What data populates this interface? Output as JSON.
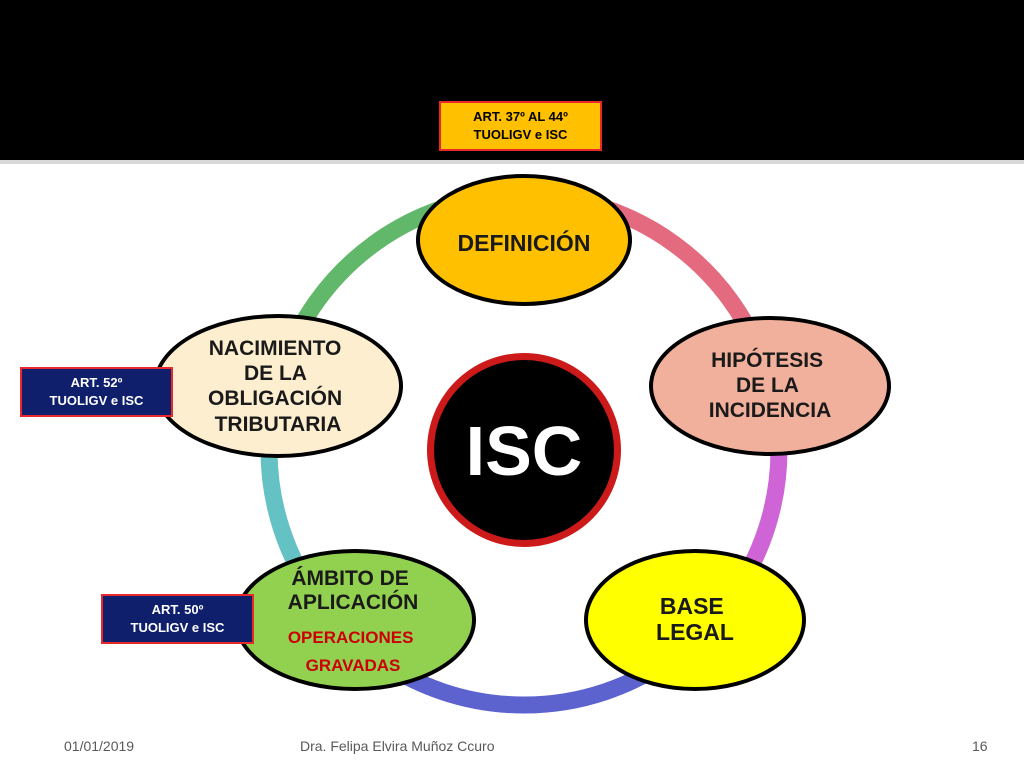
{
  "colors": {
    "ring": [
      "#e46b7f",
      "#cf64d6",
      "#5c63cf",
      "#64c1c4",
      "#62b86a"
    ],
    "center_fill": "#000000",
    "center_border": "#cc1a1a",
    "nodes": {
      "definicion": "#ffc000",
      "hipotesis": "#f1b09b",
      "base": "#ffff00",
      "ambito": "#92d050",
      "nacimiento": "#fdeed0"
    },
    "red_text": "#cc0000"
  },
  "center": {
    "label": "ISC"
  },
  "nodes": {
    "definicion": {
      "lines": [
        "DEFINICIÓN"
      ]
    },
    "hipotesis": {
      "lines": [
        "HIPÓTESIS",
        "DE LA",
        "INCIDENCIA"
      ]
    },
    "base": {
      "lines": [
        "BASE",
        "LEGAL"
      ]
    },
    "ambito": {
      "lines": [
        "ÁMBITO DE",
        "APLICACIÓN"
      ],
      "sub_lines": [
        "OPERACIONES",
        "GRAVADAS"
      ]
    },
    "nacimiento": {
      "lines": [
        "NACIMIENTO",
        "DE LA",
        "OBLIGACIÓN",
        "TRIBUTARIA"
      ]
    }
  },
  "refs": {
    "top": [
      "ART. 37º AL 44º",
      "TUOLIGV e ISC"
    ],
    "left": [
      "ART. 52º",
      "TUOLIGV e ISC"
    ],
    "bottom": [
      "ART. 50º",
      "TUOLIGV e ISC"
    ]
  },
  "footer": {
    "date": "01/01/2019",
    "author": "Dra. Felipa Elvira Muñoz Ccuro",
    "page": "16"
  }
}
